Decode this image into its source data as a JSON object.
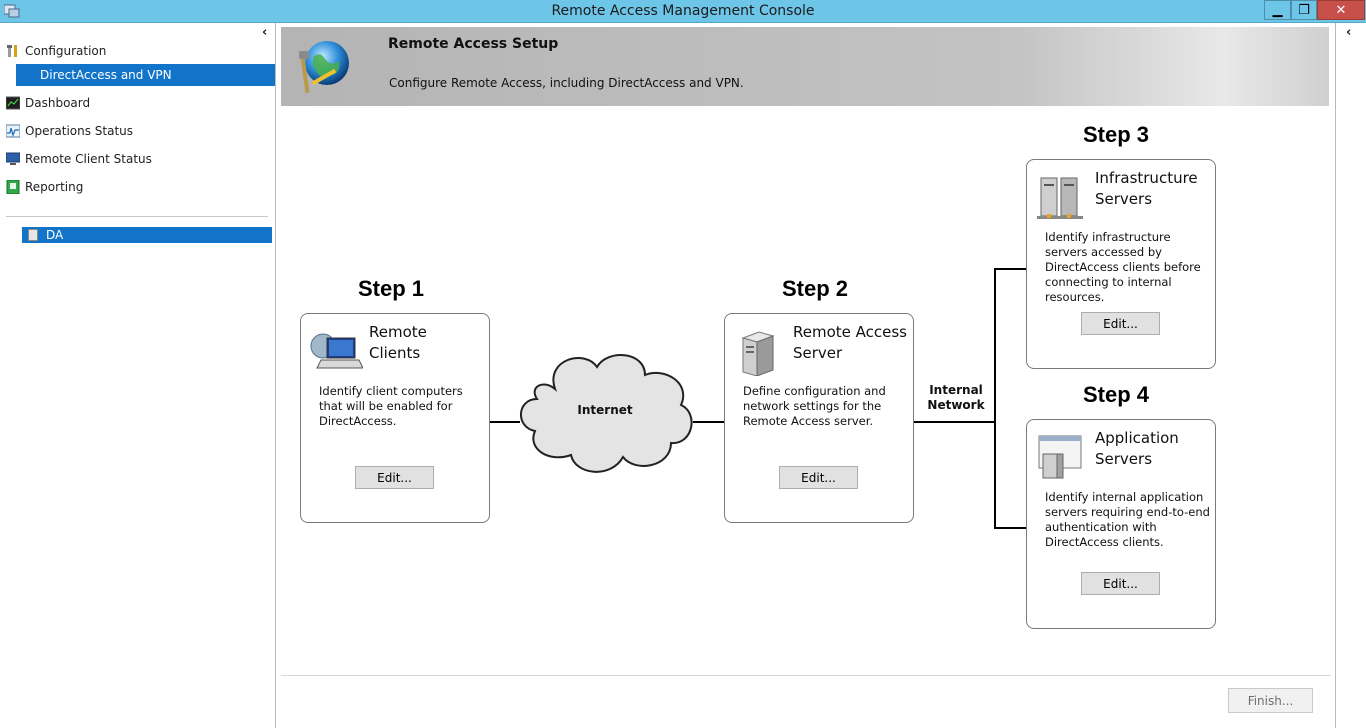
{
  "window": {
    "title": "Remote Access Management Console",
    "minimize": "▁",
    "restore": "❐",
    "close": "✕"
  },
  "sidebar": {
    "collapse_glyph": "‹",
    "items": [
      {
        "label": "Configuration",
        "icon": "tools-icon"
      },
      {
        "label": "DirectAccess and VPN",
        "selected": true
      },
      {
        "label": "Dashboard",
        "icon": "dashboard-icon"
      },
      {
        "label": "Operations Status",
        "icon": "operations-icon"
      },
      {
        "label": "Remote Client Status",
        "icon": "monitor-icon"
      },
      {
        "label": "Reporting",
        "icon": "report-icon"
      }
    ],
    "servers": [
      {
        "label": "DA",
        "selected": true
      }
    ]
  },
  "right_pane": {
    "collapse_glyph": "‹"
  },
  "header": {
    "title": "Remote Access Setup",
    "subtitle": "Configure Remote Access, including DirectAccess and VPN."
  },
  "steps": [
    {
      "step_label": "Step 1",
      "title_line1": "Remote",
      "title_line2": "Clients",
      "description": "Identify client computers that will be enabled for DirectAccess.",
      "button": "Edit..."
    },
    {
      "step_label": "Step 2",
      "title_line1": "Remote Access",
      "title_line2": "Server",
      "description": "Define configuration and network settings for the Remote Access server.",
      "button": "Edit..."
    },
    {
      "step_label": "Step 3",
      "title_line1": "Infrastructure",
      "title_line2": "Servers",
      "description": "Identify infrastructure servers accessed by DirectAccess clients before connecting to internal resources.",
      "button": "Edit..."
    },
    {
      "step_label": "Step 4",
      "title_line1": "Application",
      "title_line2": "Servers",
      "description": "Identify internal application servers requiring end-to-end authentication with DirectAccess clients.",
      "button": "Edit..."
    }
  ],
  "network": {
    "internet_label": "Internet",
    "internal_line1": "Internal",
    "internal_line2": "Network"
  },
  "footer": {
    "finish_label": "Finish..."
  }
}
